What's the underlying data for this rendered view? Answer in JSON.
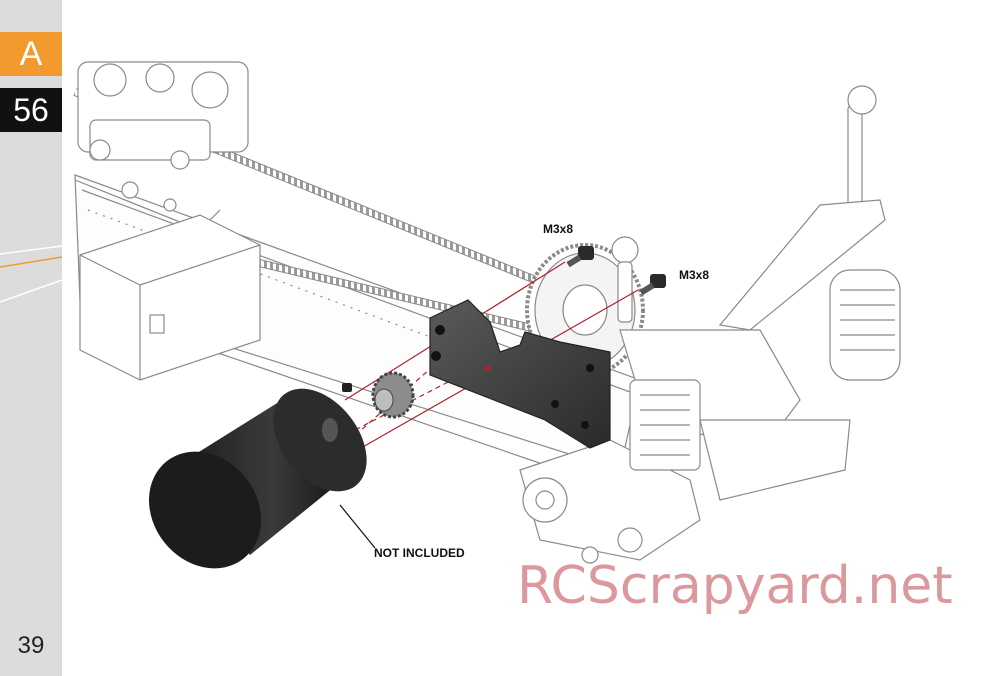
{
  "sidebar": {
    "section_letter": "A",
    "step_number": "56",
    "page_number": "39"
  },
  "labels": {
    "screw_left": "M3x8",
    "screw_right": "M3x8",
    "motor_note": "NOT INCLUDED"
  },
  "watermark": "RCScrapyard.net",
  "colors": {
    "accent_orange": "#f39a2e",
    "step_black": "#111111",
    "strip_gray": "#dcdcdc",
    "guide_red": "#b0222b",
    "line_art": "#8a8a8a",
    "watermark": "#cd6e73"
  }
}
